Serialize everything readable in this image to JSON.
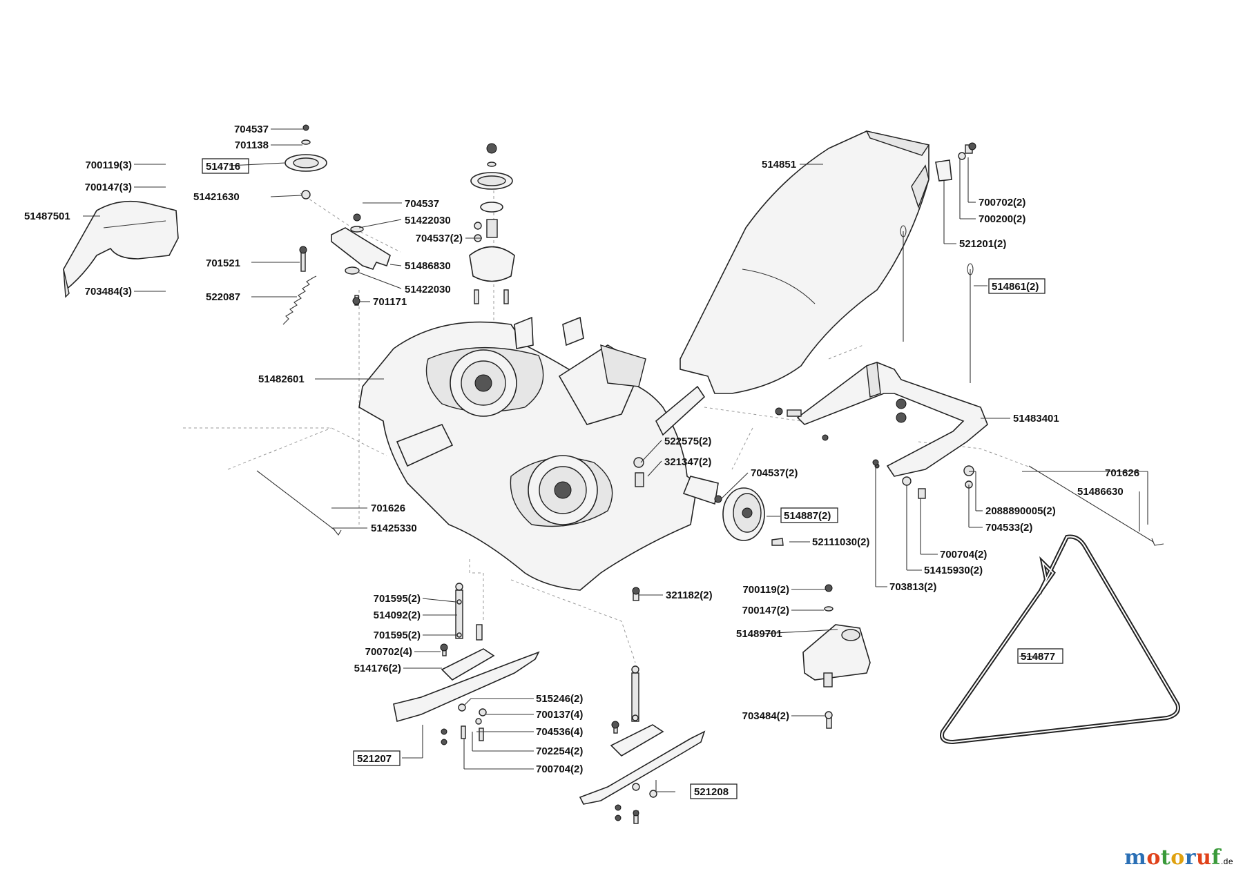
{
  "labels": {
    "l704537_a": "704537",
    "l701138": "701138",
    "l514716": "514716",
    "l700119_3": "700119(3)",
    "l700147_3": "700147(3)",
    "l51421630": "51421630",
    "l51487501": "51487501",
    "l701521": "701521",
    "l703484_3": "703484(3)",
    "l522087": "522087",
    "l704537_b": "704537",
    "l51422030_a": "51422030",
    "l704537_2a": "704537(2)",
    "l51486830": "51486830",
    "l51422030_b": "51422030",
    "l701171": "701171",
    "l51482601": "51482601",
    "l514851": "514851",
    "l700702_2a": "700702(2)",
    "l700200_2": "700200(2)",
    "l521201_2": "521201(2)",
    "l514861_2": "514861(2)",
    "l51483401": "51483401",
    "l522575_2": "522575(2)",
    "l321347_2": "321347(2)",
    "l704537_2b": "704537(2)",
    "l514887_2": "514887(2)",
    "l52111030_2": "52111030(2)",
    "l701626_a": "701626",
    "l51425330": "51425330",
    "l701626_b": "701626",
    "l51486630": "51486630",
    "l2088890005_2": "2088890005(2)",
    "l704533_2": "704533(2)",
    "l700704_2a": "700704(2)",
    "l51415930_2": "51415930(2)",
    "l703813_2": "703813(2)",
    "l321182_2": "321182(2)",
    "l700119_2": "700119(2)",
    "l700147_2": "700147(2)",
    "l51489701": "51489701",
    "l514877": "514877",
    "l703484_2": "703484(2)",
    "l701595_2a": "701595(2)",
    "l514092_2": "514092(2)",
    "l701595_2b": "701595(2)",
    "l700702_4": "700702(4)",
    "l514176_2": "514176(2)",
    "l515246_2": "515246(2)",
    "l700137_4": "700137(4)",
    "l704536_4": "704536(4)",
    "l702254_2": "702254(2)",
    "l700704_2b": "700704(2)",
    "l521207": "521207",
    "l521208": "521208"
  },
  "watermark": {
    "brand": "motoruf",
    "suffix": ".de",
    "colors": [
      "#2a6fb5",
      "#e0421a",
      "#3a9a3a",
      "#e0a10f"
    ]
  }
}
